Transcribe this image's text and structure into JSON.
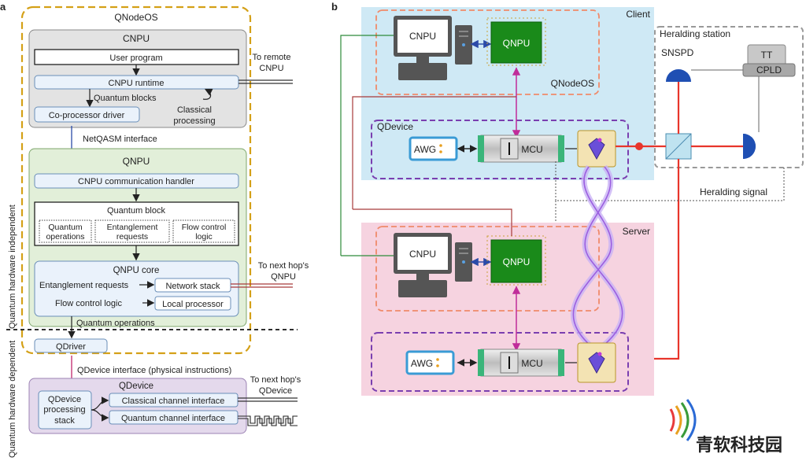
{
  "panel_a": {
    "label": "a",
    "qnodeos_title": "QNodeOS",
    "side_label_independent": "Quantum hardware independent",
    "side_label_dependent": "Quantum hardware dependent",
    "cnpu": {
      "title": "CNPU",
      "user_program": "User program",
      "runtime": "CNPU runtime",
      "quantum_blocks": "Quantum blocks",
      "classical_processing_1": "Classical",
      "classical_processing_2": "processing",
      "coprocessor_driver": "Co-processor driver",
      "to_remote_1": "To remote",
      "to_remote_2": "CNPU"
    },
    "netqasm_interface": "NetQASM interface",
    "qnpu": {
      "title": "QNPU",
      "comm_handler": "CNPU communication handler",
      "quantum_block_title": "Quantum block",
      "qb_ops_1": "Quantum",
      "qb_ops_2": "operations",
      "qb_ent_1": "Entanglement",
      "qb_ent_2": "requests",
      "qb_flow_1": "Flow control",
      "qb_flow_2": "logic",
      "core_title": "QNPU core",
      "ent_requests": "Entanglement requests",
      "network_stack": "Network stack",
      "flow_control": "Flow control logic",
      "local_processor": "Local processor",
      "to_next_1": "To next hop's",
      "to_next_2": "QNPU",
      "quantum_operations": "Quantum operations",
      "qdriver": "QDriver"
    },
    "qdevice_interface": "QDevice interface (physical instructions)",
    "qdevice": {
      "title": "QDevice",
      "stack_1": "QDevice",
      "stack_2": "processing",
      "stack_3": "stack",
      "classical_channel": "Classical channel interface",
      "quantum_channel": "Quantum channel interface",
      "to_next_1": "To next hop's",
      "to_next_2": "QDevice"
    }
  },
  "panel_b": {
    "label": "b",
    "client": "Client",
    "server": "Server",
    "qnodeos": "QNodeOS",
    "qdevice": "QDevice",
    "cnpu": "CNPU",
    "qnpu": "QNPU",
    "mcu": "MCU",
    "awg": "AWG",
    "heralding_station": "Heralding station",
    "snspd": "SNSPD",
    "tt": "TT",
    "cpld": "CPLD",
    "heralding_signal": "Heralding signal"
  },
  "watermark": "青软科技园",
  "colors": {
    "qnodeos_border": "#d4a017",
    "cnpu_fill": "#e3e3e3",
    "qnpu_fill": "#e2efd9",
    "qdevice_fill": "#e4d9ec",
    "client_fill": "#cfe9f5",
    "server_fill": "#f6d3e0",
    "chip_green": "#1a8a1a",
    "laser_red": "#e8352b",
    "fiber_purple": "#9b5fe0",
    "qdevice_dash": "#7a3fb0",
    "qnodeos_dash": "#f08a6a"
  }
}
